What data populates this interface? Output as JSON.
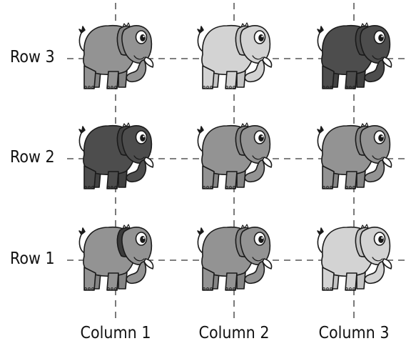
{
  "rows": [
    {
      "label": "Row 3",
      "shades": [
        "mid",
        "light",
        "dark"
      ]
    },
    {
      "label": "Row 2",
      "shades": [
        "dark",
        "mid",
        "mid"
      ]
    },
    {
      "label": "Row 1",
      "shades": [
        "mid",
        "mid",
        "light"
      ]
    }
  ],
  "columns": [
    {
      "label": "Column 1"
    },
    {
      "label": "Column 2"
    },
    {
      "label": "Column 3"
    }
  ],
  "shade_colors": {
    "light": {
      "body": "#d3d3d3",
      "ear": "#c4c4c4"
    },
    "mid": {
      "body": "#939393",
      "ear": "#858585"
    },
    "dark": {
      "body": "#4d4d4d",
      "ear": "#424242"
    }
  },
  "row1_col1_dark_ear": true
}
